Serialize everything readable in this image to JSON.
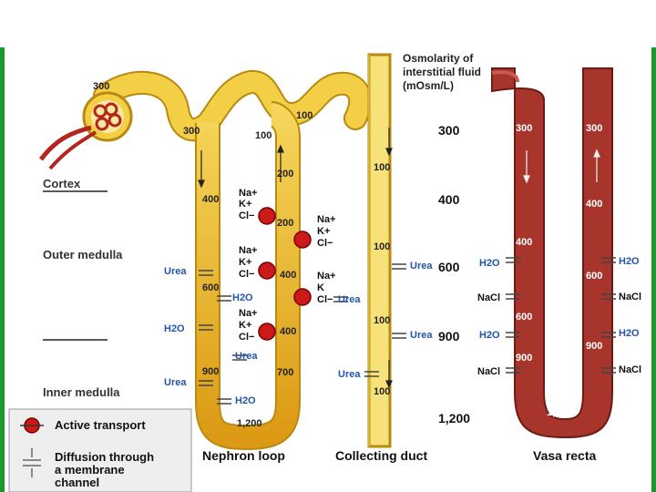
{
  "header": {
    "line1": "Osmolarity of",
    "line2": "interstitial fluid",
    "line3": "(mOsm/L)"
  },
  "zones": {
    "cortex": "Cortex",
    "outer": "Outer medulla",
    "inner": "Inner medulla"
  },
  "scale": [
    "300",
    "400",
    "600",
    "900",
    "1,200"
  ],
  "nephron": {
    "glomerulus": "300",
    "desc_top": "300",
    "desc_400": "400",
    "desc_600": "600",
    "desc_900": "900",
    "bottom": "1,200",
    "asc_100a": "100",
    "asc_100b": "100",
    "asc_200a": "200",
    "asc_200b": "200",
    "asc_400": "400",
    "asc_400b": "400",
    "asc_700": "700"
  },
  "duct": {
    "n1": "100",
    "n2": "100",
    "n3": "100",
    "n4": "100"
  },
  "vasa": {
    "l300": "300",
    "r300": "300",
    "r400": "400",
    "l400": "400",
    "r600": "600",
    "l600": "600",
    "r900": "900",
    "l900": "900",
    "bottom": "1,200"
  },
  "ions": {
    "na": "Na+",
    "k": "K+",
    "k_plain": "K",
    "cl": "Cl−",
    "urea": "Urea",
    "h2o": "H2O",
    "nacl": "NaCl"
  },
  "legend": {
    "active": "Active transport",
    "diffusion1": "Diffusion through",
    "diffusion2": "a membrane",
    "diffusion3": "channel"
  },
  "titles": {
    "loop": "Nephron loop",
    "duct": "Collecting duct",
    "vasa": "Vasa recta"
  },
  "colors": {
    "tubule": "#f3cf45",
    "tubule_edge": "#b88a10",
    "vessel": "#a8352c",
    "vessel_edge": "#6e1a14",
    "pump": "#cc1a1a",
    "frame": "#1a9a2a",
    "label_blue": "#2255aa"
  }
}
